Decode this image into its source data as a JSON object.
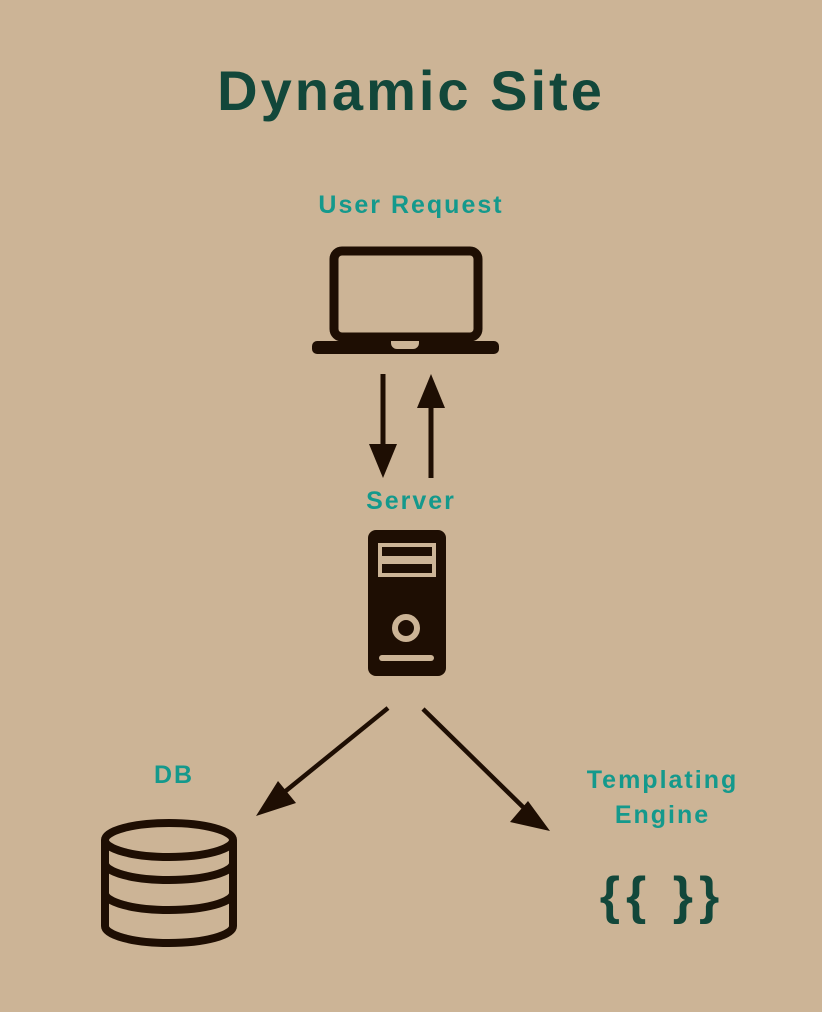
{
  "title": "Dynamic Site",
  "colors": {
    "bg": "#ccb496",
    "title_green": "#12473a",
    "teal": "#14998c",
    "icon_dark": "#1e0e03"
  },
  "nodes": {
    "user_request": {
      "label": "User Request",
      "icon": "laptop-icon"
    },
    "server": {
      "label": "Server",
      "icon": "server-tower-icon"
    },
    "db": {
      "label": "DB",
      "icon": "database-cylinder-icon"
    },
    "templating": {
      "label_line1": "Templating",
      "label_line2": "Engine",
      "symbol": "{{ }}"
    }
  },
  "connections": {
    "user_to_server": "arrow-down-icon",
    "server_to_user": "arrow-up-icon",
    "server_to_db": "diagonal-arrow-left-icon",
    "server_to_templating": "diagonal-arrow-right-icon"
  }
}
